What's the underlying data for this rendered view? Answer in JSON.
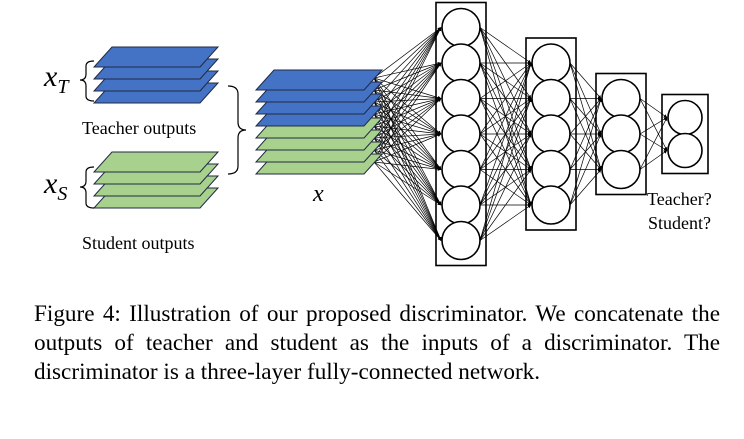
{
  "diagram": {
    "teacher_symbol": "x",
    "teacher_subscript": "T",
    "student_symbol": "x",
    "student_subscript": "S",
    "teacher_label": "Teacher outputs",
    "student_label": "Student outputs",
    "input_symbol": "x",
    "output_line1": "Teacher?",
    "output_line2": "Student?",
    "layers": [
      7,
      5,
      3,
      2
    ],
    "colors": {
      "teacher": "#4472c4",
      "student": "#a9d18e",
      "line": "#000000"
    }
  },
  "caption": {
    "figure_label": "Figure 4:",
    "text": "Illustration of our proposed discriminator. We concatenate the outputs of teacher and student as the inputs of a discriminator. The discriminator is a three-layer fully-connected network."
  }
}
